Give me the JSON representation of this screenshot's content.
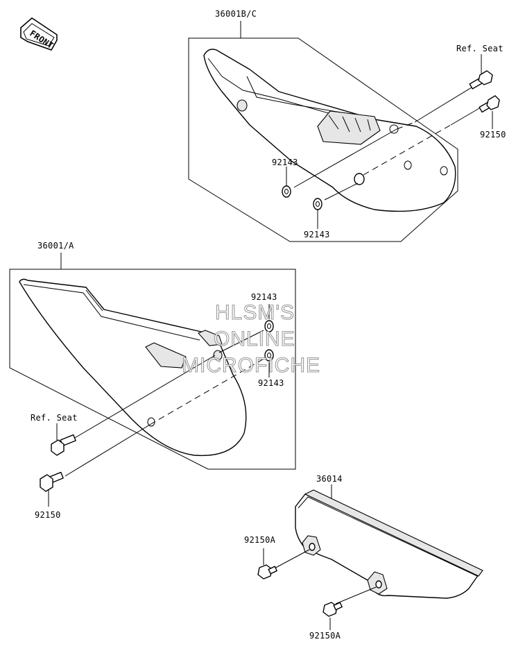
{
  "diagram": {
    "front_label": "FRONT",
    "watermark": [
      "HLSM'S",
      "ONLINE",
      "MICROFICHE"
    ],
    "labels": {
      "part_36001bc": "36001B/C",
      "part_36001a": "36001/A",
      "part_36014": "36014",
      "ref_seat_right": "Ref. Seat",
      "ref_seat_left": "Ref. Seat",
      "bolt_92150_right": "92150",
      "bolt_92150_left": "92150",
      "washer_92143_upper_a": "92143",
      "washer_92143_upper_b": "92143",
      "washer_92143_mid_a": "92143",
      "washer_92143_mid_b": "92143",
      "bolt_92150a_upper": "92150A",
      "bolt_92150a_lower": "92150A"
    }
  }
}
